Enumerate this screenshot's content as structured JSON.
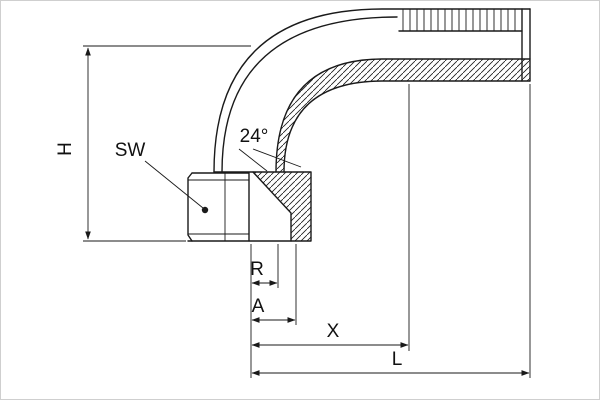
{
  "drawing": {
    "type": "technical-drawing",
    "subject": "90-degree elbow hose fitting with swivel nut and serrated hose tail, half-section view"
  },
  "labels": {
    "h": "H",
    "sw": "SW",
    "cone_angle": "24°",
    "r": "R",
    "a": "A",
    "x": "X",
    "l": "L"
  },
  "markers": {
    "spanner_flat_dot": "filled-dot"
  },
  "colors": {
    "line": "#1a1a1a",
    "background": "#ffffff"
  }
}
